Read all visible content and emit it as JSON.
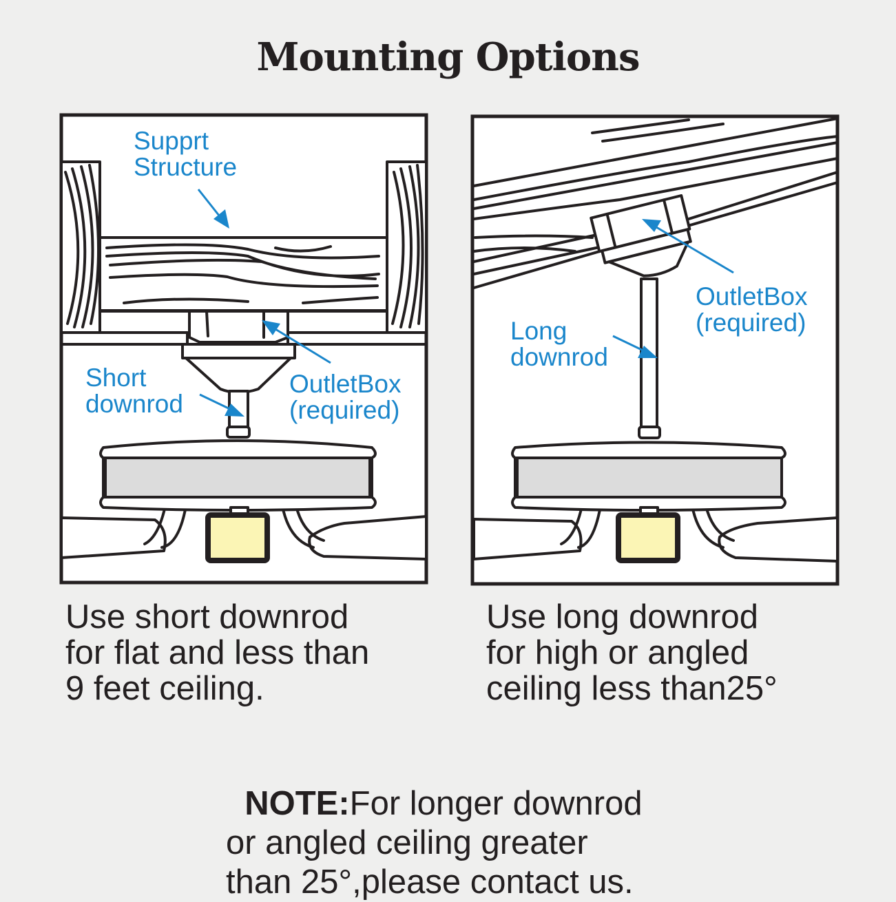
{
  "title": "Mounting Options",
  "left_panel": {
    "label_support": "Supprt\nStructure",
    "label_outlet": "OutletBox\n(required)",
    "label_downrod": "Short\ndownrod",
    "caption": "Use short downrod\nfor flat and less than\n9 feet ceiling."
  },
  "right_panel": {
    "label_outlet": "OutletBox\n(required)",
    "label_downrod": "Long\ndownrod",
    "caption": "Use long downrod\nfor high or angled\nceiling less than25°"
  },
  "note": {
    "prefix": "NOTE:",
    "text": "For longer downrod\nor angled ceiling greater\nthan 25°,please contact us."
  },
  "colors": {
    "label": "#1a86cb",
    "light": "#fbf5b5",
    "housing": "#dcdcdc"
  }
}
